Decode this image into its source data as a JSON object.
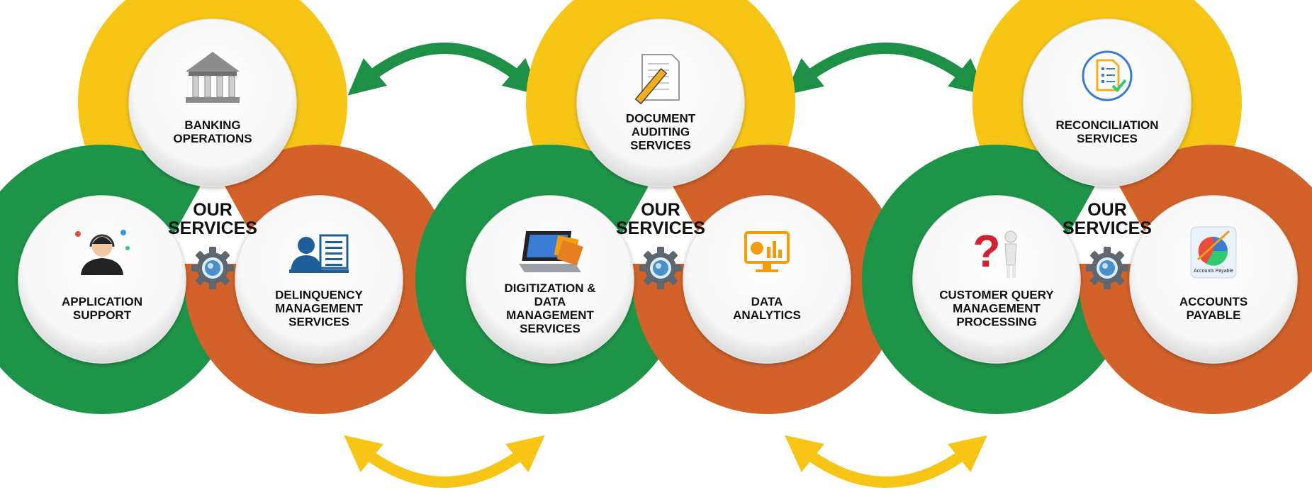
{
  "colors": {
    "top_ring": "#F6C516",
    "left_ring": "#1E9449",
    "right_ring": "#D2622A",
    "arrow_top": "#1E8F47",
    "arrow_bottom": "#F6C516",
    "text": "#111111",
    "gear": "#5E6670"
  },
  "clusters": [
    {
      "center_line1": "OUR",
      "center_line2": "SERVICES",
      "top": {
        "lines": [
          "BANKING",
          "OPERATIONS"
        ],
        "icon": "bank-building-icon"
      },
      "left": {
        "lines": [
          "APPLICATION",
          "SUPPORT"
        ],
        "icon": "support-agent-icon"
      },
      "right": {
        "lines": [
          "DELINQUENCY",
          "MANAGEMENT",
          "SERVICES"
        ],
        "icon": "manager-document-icon"
      }
    },
    {
      "center_line1": "OUR",
      "center_line2": "SERVICES",
      "top": {
        "lines": [
          "DOCUMENT",
          "AUDITING",
          "SERVICES"
        ],
        "icon": "document-pencil-icon"
      },
      "left": {
        "lines": [
          "DIGITIZATION &",
          "DATA",
          "MANAGEMENT",
          "SERVICES"
        ],
        "icon": "laptop-folders-icon"
      },
      "right": {
        "lines": [
          "DATA",
          "ANALYTICS"
        ],
        "icon": "analytics-monitor-icon"
      }
    },
    {
      "center_line1": "OUR",
      "center_line2": "SERVICES",
      "top": {
        "lines": [
          "RECONCILIATION",
          "SERVICES"
        ],
        "icon": "checklist-document-icon"
      },
      "left": {
        "lines": [
          "CUSTOMER QUERY",
          "MANAGEMENT",
          "PROCESSING"
        ],
        "icon": "question-person-icon"
      },
      "right": {
        "lines": [
          "ACCOUNTS",
          "PAYABLE"
        ],
        "icon": "accounts-payable-chart-icon",
        "badge_text": "Accounts Payable"
      }
    }
  ]
}
